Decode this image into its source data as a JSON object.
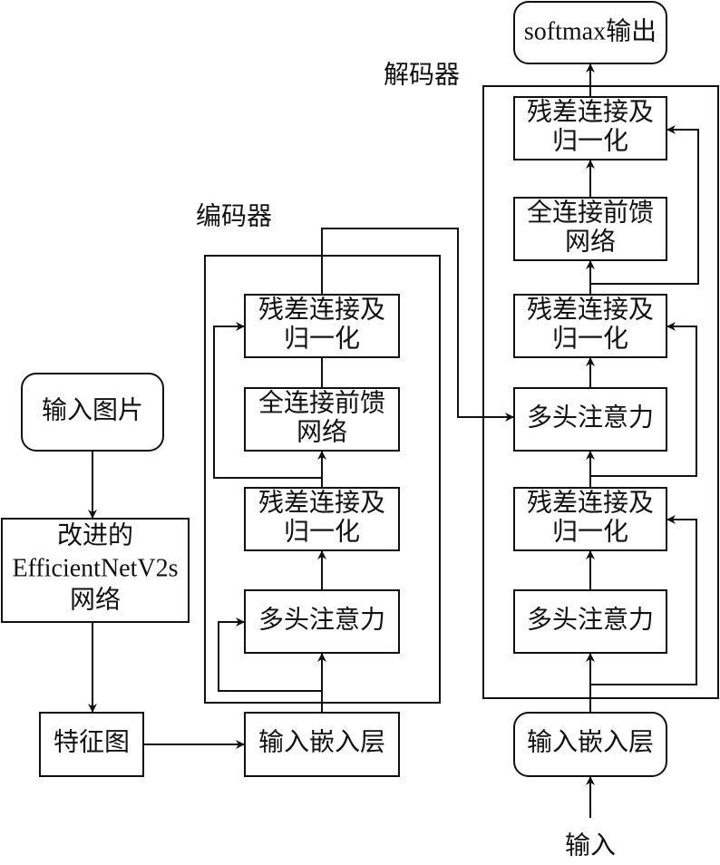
{
  "left": {
    "input_image": "输入图片",
    "backbone": [
      "改进的",
      "EfficientNetV2s",
      "网络"
    ],
    "feature_map": "特征图"
  },
  "encoder": {
    "title": "编码器",
    "embedding": "输入嵌入层",
    "attention": "多头注意力",
    "addnorm1": [
      "残差连接及",
      "归一化"
    ],
    "ffn": [
      "全连接前馈",
      "网络"
    ],
    "addnorm2": [
      "残差连接及",
      "归一化"
    ]
  },
  "decoder": {
    "title": "解码器",
    "output": "softmax输出",
    "input": "输入",
    "embedding": "输入嵌入层",
    "self_attention": "多头注意力",
    "addnorm1": [
      "残差连接及",
      "归一化"
    ],
    "cross_attention": "多头注意力",
    "addnorm2": [
      "残差连接及",
      "归一化"
    ],
    "ffn": [
      "全连接前馈",
      "网络"
    ],
    "addnorm3": [
      "残差连接及",
      "归一化"
    ]
  }
}
